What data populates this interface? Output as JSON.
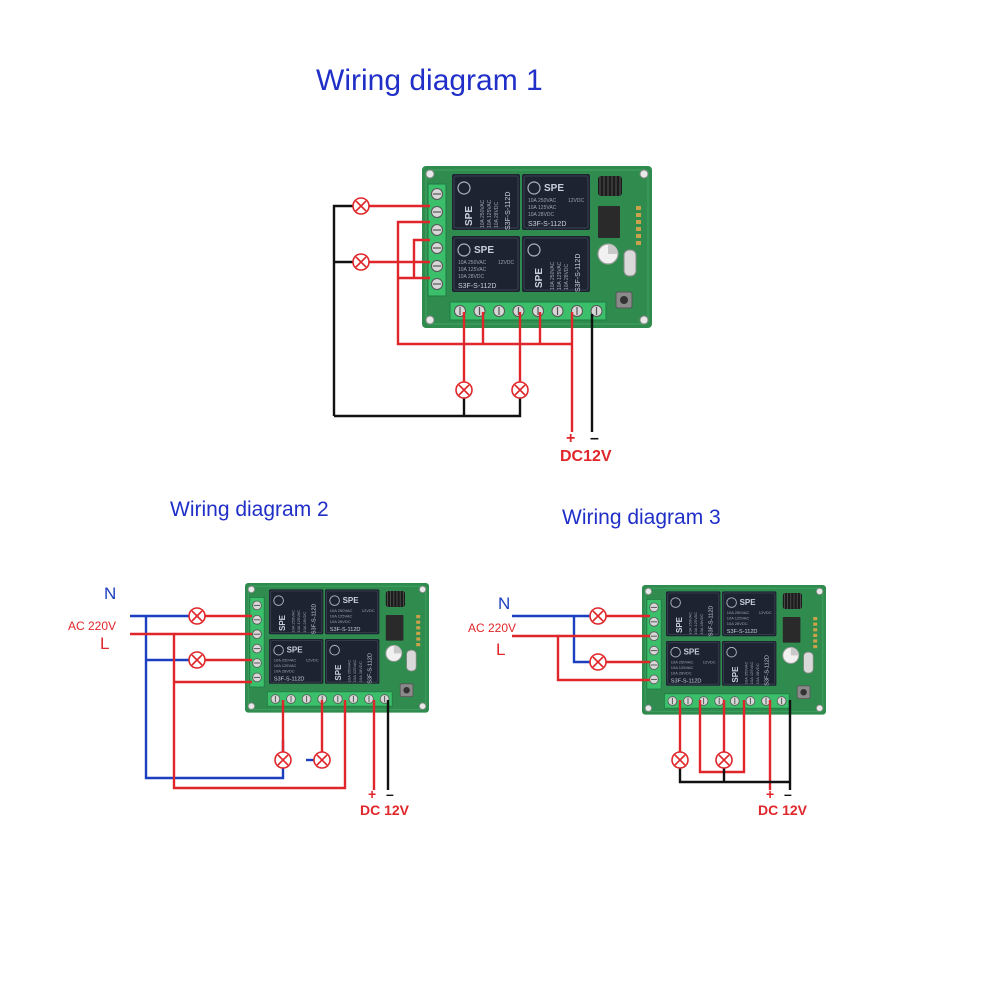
{
  "titles": {
    "d1": "Wiring diagram 1",
    "d2": "Wiring diagram 2",
    "d3": "Wiring diagram 3"
  },
  "board": {
    "relay_brand": "SPE",
    "relay_model": "S3F-S-112D",
    "relay_spec_lines": [
      "10A 250VAC",
      "10A 125VAC",
      "10A 28VDC"
    ],
    "relay_coil": "12VDC"
  },
  "labels": {
    "d1": {
      "plus": "+",
      "minus": "–",
      "power": "DC12V"
    },
    "d2": {
      "n": "N",
      "ac": "AC 220V",
      "l": "L",
      "plus": "+",
      "minus": "–",
      "power": "DC 12V"
    },
    "d3": {
      "n": "N",
      "ac": "AC 220V",
      "l": "L",
      "plus": "+",
      "minus": "–",
      "power": "DC 12V"
    }
  },
  "colors": {
    "title": "#1f2fc8",
    "wire_red": "#e0262a",
    "wire_blue": "#1b3fc0",
    "wire_black": "#111111",
    "label_red": "#e0262a",
    "label_blue": "#1b3fc0",
    "pcb": "#2f8c4e",
    "relay": "#1d2330",
    "terminal": "#3bbf6a"
  },
  "icons": {
    "lamp": "lamp-icon",
    "antenna": "antenna-coil-icon",
    "button": "learn-button-icon"
  }
}
